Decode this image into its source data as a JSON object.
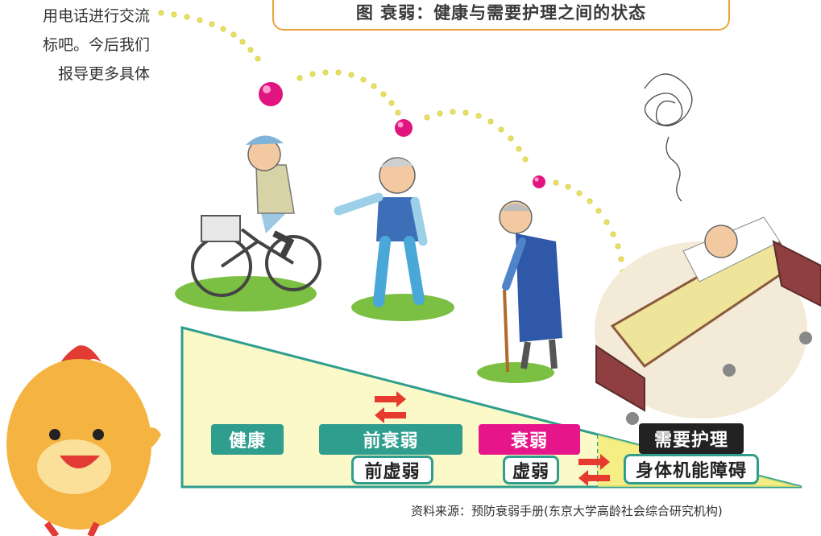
{
  "left_paragraph": {
    "lines": [
      "用电话进行交流",
      "标吧。今后我们",
      "报导更多具体"
    ]
  },
  "figure": {
    "title": "图 衰弱：健康与需要护理之间的状态",
    "stages": {
      "healthy": "健康",
      "pre_frailty": "前衰弱",
      "pre_frailty_sub": "前虚弱",
      "frailty": "衰弱",
      "frailty_sub": "虚弱",
      "care": "需要护理",
      "care_sub": "身体机能障碍"
    },
    "source": "资料来源：预防衰弱手册(东京大学高龄社会综合研究机构)"
  },
  "colors": {
    "teal": "#2f9e8e",
    "pink": "#e6168a",
    "black": "#222222",
    "yellow_dot": "#e8e060",
    "wedge_fill": "#fbf9c8",
    "arrow_red": "#e63a2e",
    "title_border": "#e8a43a"
  }
}
